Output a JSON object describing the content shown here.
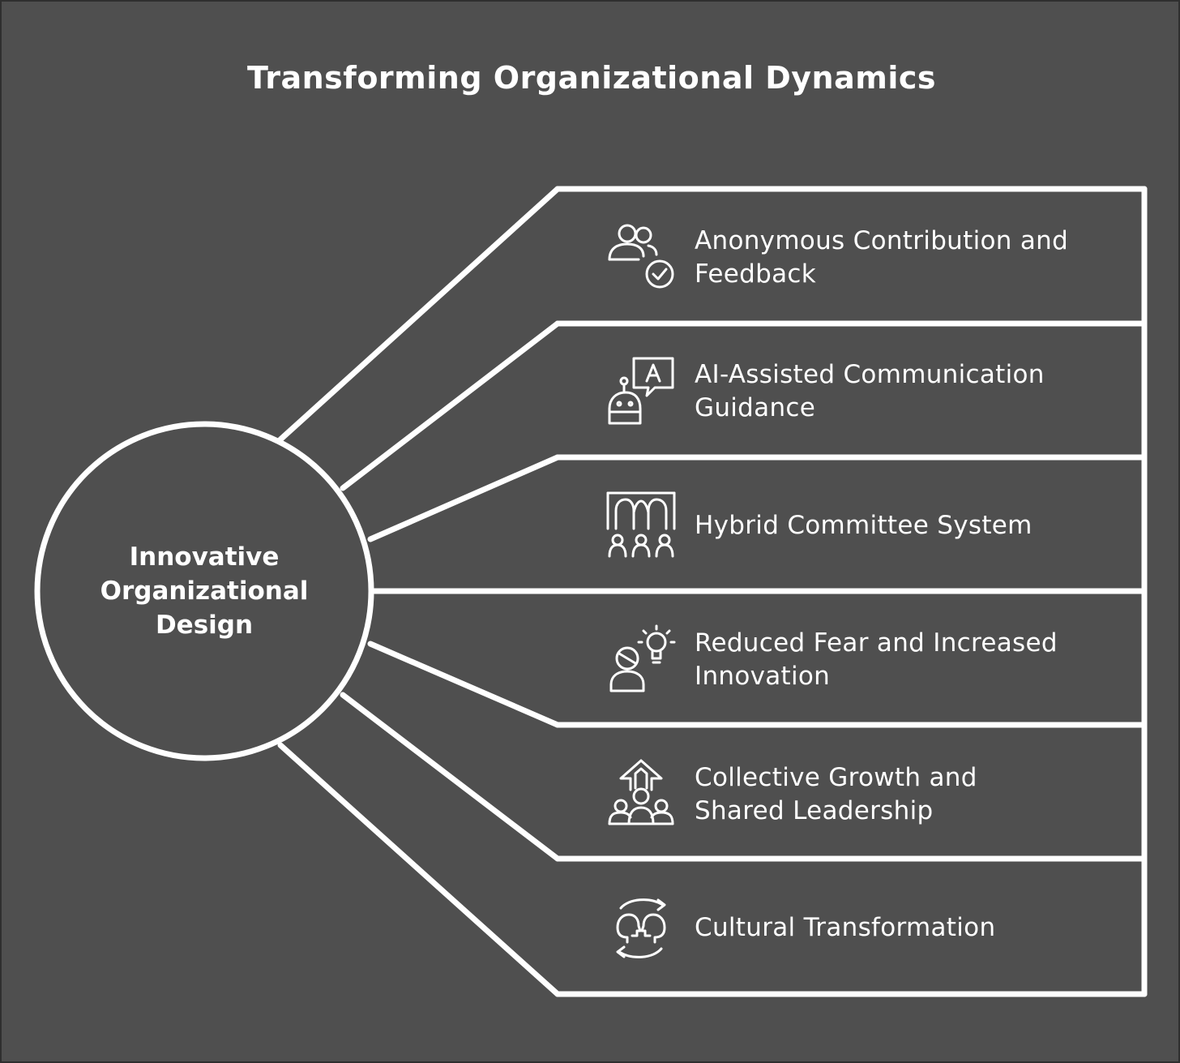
{
  "title": "Transforming Organizational Dynamics",
  "hub": {
    "lines": [
      "Innovative",
      "Organizational",
      "Design"
    ]
  },
  "branches": [
    {
      "lines": [
        "Anonymous Contribution and",
        "Feedback"
      ],
      "icon": "users-check-icon"
    },
    {
      "lines": [
        "AI-Assisted Communication",
        "Guidance"
      ],
      "icon": "robot-speech-icon"
    },
    {
      "lines": [
        "Hybrid Committee System"
      ],
      "icon": "committee-icon"
    },
    {
      "lines": [
        "Reduced Fear and Increased",
        "Innovation"
      ],
      "icon": "person-lightbulb-icon"
    },
    {
      "lines": [
        "Collective Growth and",
        "Shared Leadership"
      ],
      "icon": "group-growth-icon"
    },
    {
      "lines": [
        "Cultural Transformation"
      ],
      "icon": "heads-exchange-icon"
    }
  ],
  "colors": {
    "background": "#4f4f4f",
    "stroke": "#ffffff",
    "text": "#ffffff"
  }
}
